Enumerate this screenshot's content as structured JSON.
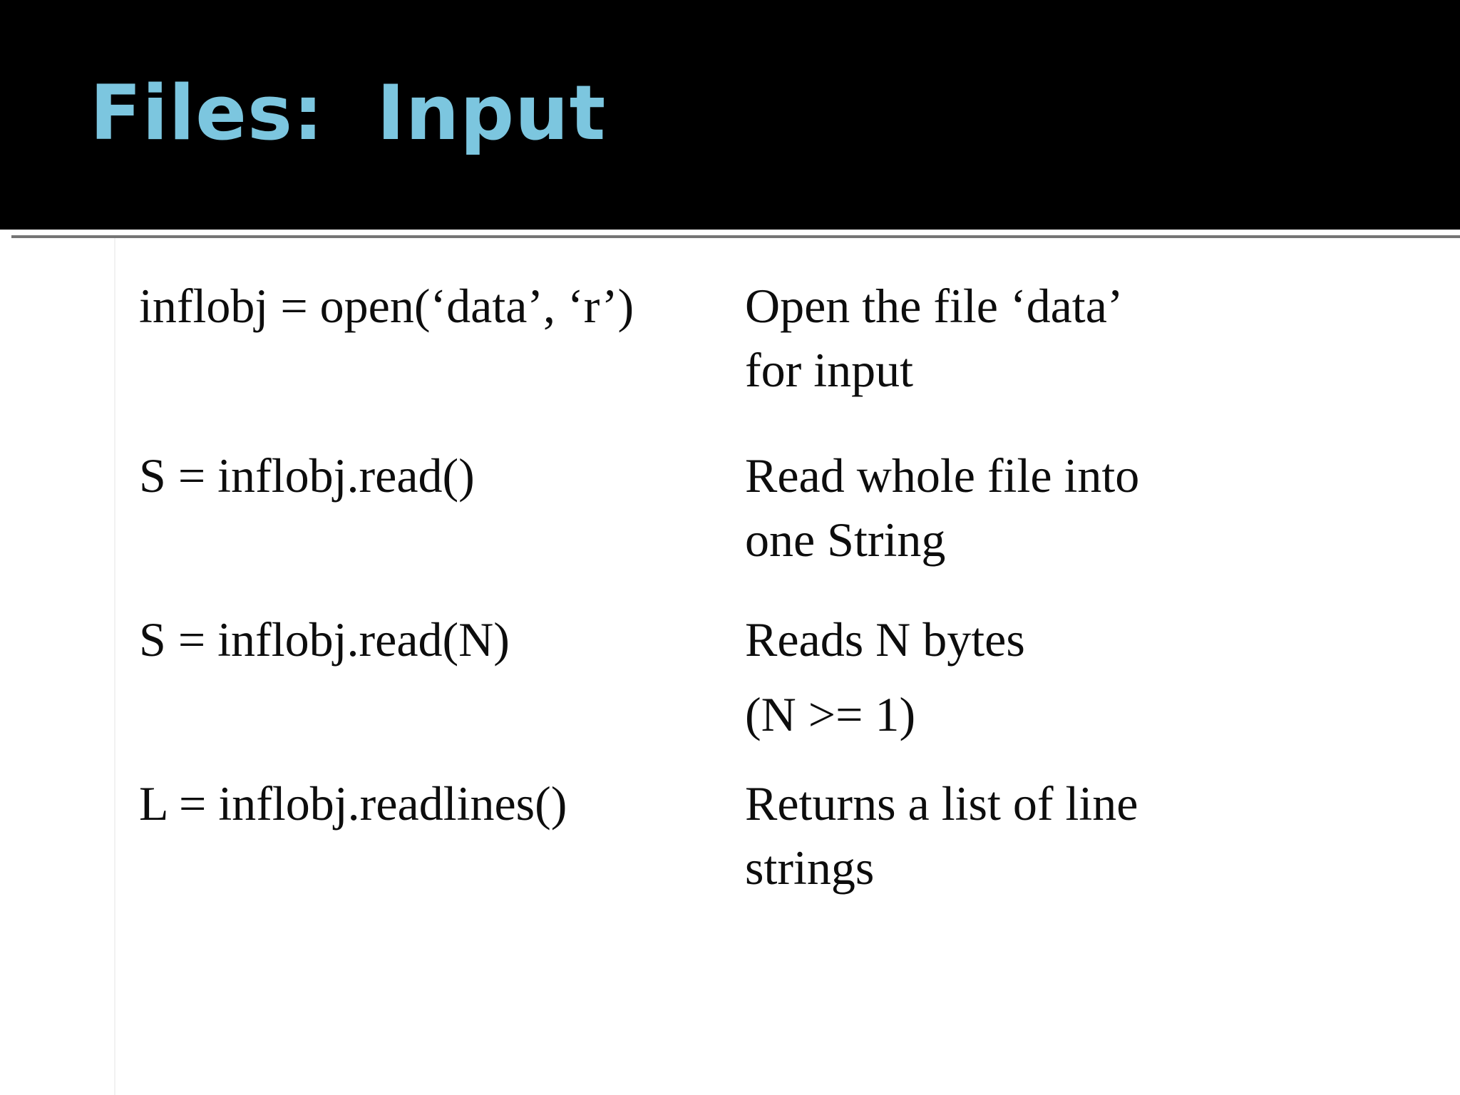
{
  "slide": {
    "title": "Files: Input",
    "colors": {
      "header_background": "#000000",
      "title_text": "#7cc6df",
      "divider_line": "#757575",
      "body_text": "#0d0d0d",
      "page_background": "#ffffff"
    },
    "rows": [
      {
        "code": "inflobj = open(‘data’, ‘r’)",
        "desc_lines": [
          "Open the file ‘data’",
          "for input"
        ]
      },
      {
        "code": "S = inflobj.read()",
        "desc_lines": [
          "Read whole file into",
          "one String"
        ]
      },
      {
        "code": "S = inflobj.read(N)",
        "desc_lines": [
          "Reads N bytes",
          "(N >= 1)"
        ]
      },
      {
        "code": "L = inflobj.readlines()",
        "desc_lines": [
          "Returns a list of line",
          "strings"
        ]
      }
    ]
  }
}
